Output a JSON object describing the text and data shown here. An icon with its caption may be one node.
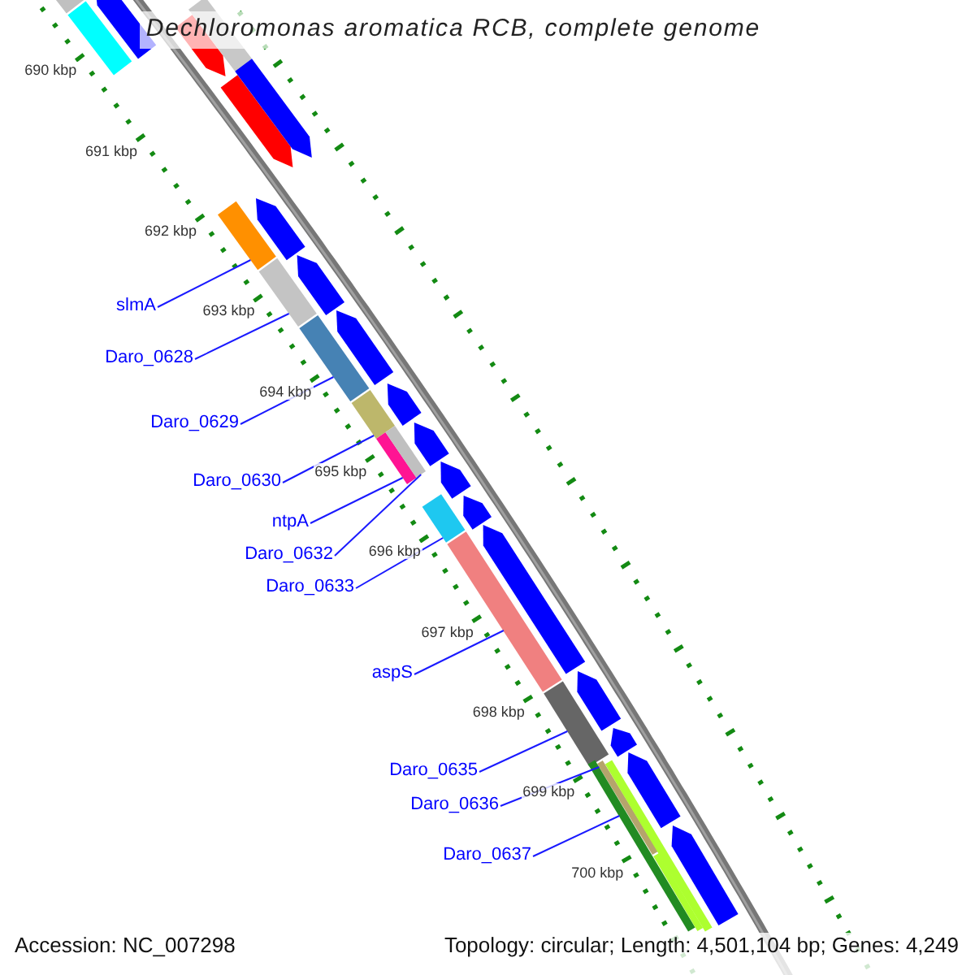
{
  "diagram": {
    "title": "Dechloromonas aromatica RCB, complete genome",
    "nodes": [
      {
        "text": [
          "slmA"
        ]
      },
      {
        "text": [
          "Daro_0628"
        ]
      },
      {
        "text": [
          "Daro_0629"
        ]
      },
      {
        "text": [
          "Daro_0630"
        ]
      },
      {
        "text": [
          "ntpA"
        ]
      },
      {
        "text": [
          "Daro_0632"
        ]
      },
      {
        "text": [
          "Daro_0633"
        ]
      },
      {
        "text": [
          "aspS"
        ]
      },
      {
        "text": [
          "Daro_0635"
        ]
      },
      {
        "text": [
          "Daro_0636"
        ]
      },
      {
        "text": [
          "Daro_0637"
        ]
      },
      {
        "text": [],
        "shape": "bar"
      },
      {
        "text": [],
        "shape": "bar"
      },
      {
        "text": [],
        "shape": "bar"
      },
      {
        "text": [],
        "shape": "bar"
      },
      {
        "text": [],
        "shape": "bar"
      },
      {
        "text": [],
        "shape": "bar"
      },
      {
        "text": [],
        "shape": "bar"
      },
      {
        "text": [],
        "shape": "bar"
      },
      {
        "text": [],
        "shape": "bar"
      },
      {
        "text": [],
        "shape": "bar"
      },
      {
        "text": [],
        "shape": "bar"
      },
      {
        "text": [],
        "shape": "bar"
      },
      {
        "text": [],
        "shape": "bar"
      },
      {
        "text": [],
        "shape": "bar"
      },
      {
        "text": [],
        "shape": "bar"
      },
      {
        "text": [],
        "shape": "bar"
      },
      {
        "text": [],
        "shape": "bar"
      },
      {
        "text": [],
        "shape": "bar"
      },
      {
        "text": [],
        "shape": "bar"
      },
      {
        "text": [],
        "shape": "bar"
      },
      {
        "text": [],
        "shape": "bar"
      },
      {
        "text": [],
        "shape": "bar"
      },
      {
        "text": [],
        "shape": "bar"
      },
      {
        "text": [],
        "shape": "bar"
      },
      {
        "text": [],
        "shape": "bar"
      },
      {
        "text": [],
        "shape": "bar"
      },
      {
        "text": [],
        "shape": "bar"
      },
      {
        "text": [],
        "shape": "bar"
      },
      {
        "text": [],
        "shape": "bar"
      },
      {
        "text": [],
        "shape": "bar"
      },
      {
        "text": [],
        "shape": "bar"
      },
      {
        "text": [],
        "shape": "bar"
      }
    ],
    "edges": [
      {
        "from": 0,
        "to": 11,
        "arrow": "none"
      },
      {
        "from": 1,
        "to": 12,
        "arrow": "none"
      },
      {
        "from": 2,
        "to": 13,
        "arrow": "none"
      },
      {
        "from": 3,
        "to": 14,
        "arrow": "none"
      },
      {
        "from": 4,
        "to": 15,
        "arrow": "none"
      },
      {
        "from": 5,
        "to": 16,
        "arrow": "none"
      },
      {
        "from": 6,
        "to": 17,
        "arrow": "none"
      },
      {
        "from": 7,
        "to": 18,
        "arrow": "none"
      },
      {
        "from": 8,
        "to": 19,
        "arrow": "none"
      },
      {
        "from": 9,
        "to": 20,
        "arrow": "none"
      },
      {
        "from": 10,
        "to": 21,
        "arrow": "none"
      }
    ],
    "labels": [
      "690 kbp",
      "691 kbp",
      "692 kbp",
      "693 kbp",
      "694 kbp",
      "695 kbp",
      "696 kbp",
      "697 kbp",
      "698 kbp",
      "699 kbp",
      "700 kbp",
      "Accession: NC_007298",
      "Topology: circular; Length: 4,501,104 bp; Genes: 4,249"
    ]
  }
}
